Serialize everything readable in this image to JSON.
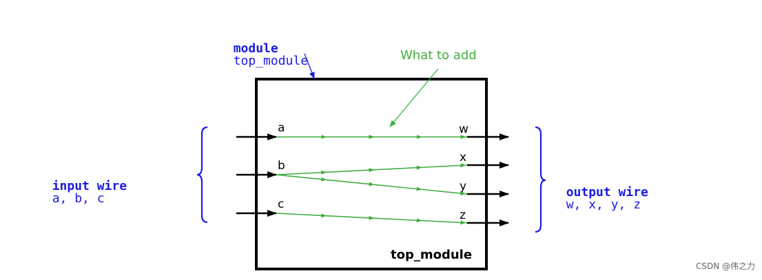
{
  "module_label": {
    "keyword": "module",
    "name": "top_module"
  },
  "annotation": "What to add",
  "inputs_label": {
    "keyword": "input wire",
    "names": "a, b, c"
  },
  "outputs_label": {
    "keyword": "output wire",
    "names": "w, x, y, z"
  },
  "box_title": "top_module",
  "ports": {
    "in": [
      "a",
      "b",
      "c"
    ],
    "out": [
      "w",
      "x",
      "y",
      "z"
    ]
  },
  "connections": [
    {
      "from": "a",
      "to": "w"
    },
    {
      "from": "b",
      "to": "x"
    },
    {
      "from": "b",
      "to": "y"
    },
    {
      "from": "c",
      "to": "z"
    }
  ],
  "colors": {
    "wire": "#3fae3f",
    "label_blue": "#1a1ae6",
    "annotation": "#3fae3f",
    "box": "#000000"
  },
  "watermark": "CSDN @伟之力"
}
